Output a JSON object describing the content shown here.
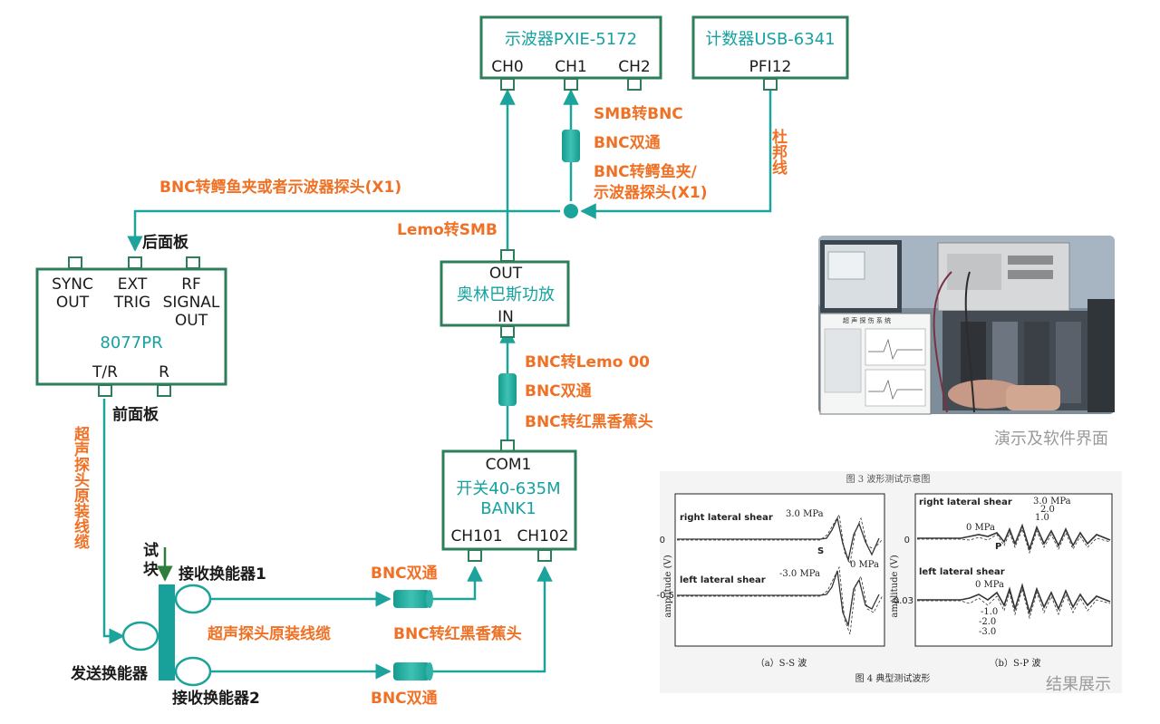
{
  "colors": {
    "box_border": "#2e7d5b",
    "wire": "#1ba39c",
    "device_name": "#17a2a0",
    "cable_label": "#ef7126",
    "caption": "#9a9a9a"
  },
  "oscilloscope": {
    "name": "示波器PXIE-5172",
    "ch0": "CH0",
    "ch1": "CH1",
    "ch2": "CH2"
  },
  "counter": {
    "name": "计数器USB-6341",
    "port": "PFI12"
  },
  "pulser": {
    "name": "8077PR",
    "back_panel": "后面板",
    "front_panel": "前面板",
    "sync_1": "SYNC",
    "sync_2": "OUT",
    "ext_1": "EXT",
    "ext_2": "TRIG",
    "rf_1": "RF",
    "rf_2": "SIGNAL",
    "rf_3": "OUT",
    "tr": "T/R",
    "r": "R"
  },
  "amplifier": {
    "name": "奥林巴斯功放",
    "out": "OUT",
    "in": "IN"
  },
  "switch": {
    "name_1": "开关40-635M",
    "name_2": "BANK1",
    "com": "COM1",
    "ch101": "CH101",
    "ch102": "CH102"
  },
  "cables": {
    "smb_bnc": "SMB转BNC",
    "bnc_dual_top": "BNC双通",
    "bnc_clip_1": "BNC转鳄鱼夹/",
    "bnc_clip_2": "示波器探头(X1)",
    "dupont": "杜邦线",
    "bnc_clip_or_probe": "BNC转鳄鱼夹或者示波器探头(X1)",
    "lemo_smb": "Lemo转SMB",
    "bnc_lemo": "BNC转Lemo 00",
    "bnc_dual_mid": "BNC双通",
    "bnc_banana_mid": "BNC转红黑香蕉头",
    "probe_cable_vertical": "超声探头原装线缆",
    "bnc_dual_recv1": "BNC双通",
    "probe_cable_horizontal": "超声探头原装线缆",
    "bnc_banana_low": "BNC转红黑香蕉头",
    "bnc_dual_recv2": "BNC双通"
  },
  "transducers": {
    "specimen_1": "试",
    "specimen_2": "块",
    "receiver_1": "接收换能器1",
    "receiver_2": "接收换能器2",
    "transmitter": "发送换能器"
  },
  "photo": {
    "caption": "演示及软件界面",
    "software_title": "超 声 探 伤 系 统"
  },
  "waveform_figure": {
    "top_caption": "图 3  波形测试示意图",
    "bottom_caption": "图 4  典型测试波形",
    "result_caption": "结果展示",
    "panel_a": {
      "sublabel": "（a）S-S 波",
      "ylabel": "amplitude (V)",
      "ytick_0": "0",
      "ytick_neg": "-0.5",
      "right_label": "right  lateral  shear",
      "left_label": "left  lateral  shear",
      "ann_pos": "3.0 MPa",
      "ann_neg": "-3.0 MPa",
      "ann_zero": "0 MPa",
      "wave_mark": "S"
    },
    "panel_b": {
      "sublabel": "（b）S-P 波",
      "ylabel": "amplitude (V)",
      "ytick_0": "0",
      "ytick_neg": "-0.03",
      "right_label": "right  lateral  shear",
      "left_label": "left  lateral  shear",
      "ann_top_1": "3.0 MPa",
      "ann_top_2": "2.0",
      "ann_top_3": "1.0",
      "ann_top_0": "0 MPa",
      "ann_bot_0": "0 MPa",
      "ann_bot_1": "-1.0",
      "ann_bot_2": "-2.0",
      "ann_bot_3": "-3.0",
      "wave_mark": "P"
    }
  }
}
